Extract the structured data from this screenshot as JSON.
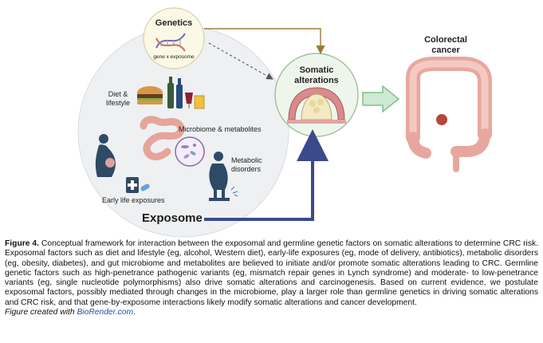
{
  "diagram": {
    "genetics_title": "Genetics",
    "genetics_sub": "gene x exposome",
    "somatic_title_1": "Somatic",
    "somatic_title_2": "alterations",
    "crc_title_1": "Colorectal",
    "crc_title_2": "cancer",
    "diet_label_1": "Diet &",
    "diet_label_2": "lifestyle",
    "microbiome_label": "Microbiome & metabolites",
    "metabolic_label_1": "Metabolic",
    "metabolic_label_2": "disorders",
    "early_life_label": "Early life exposures",
    "exposome_label": "Exposome",
    "colors": {
      "navy_arrow": "#3b4a8c",
      "gold_arrow": "#9b7b3a",
      "green_arrow": "#7cc38a",
      "circle_fill": "#eef0f2",
      "genetics_fill": "#fbf8e6",
      "somatic_fill": "#eef6ec"
    }
  },
  "caption": {
    "figure_label": "Figure 4.",
    "body": " Conceptual framework for interaction between the exposomal and germline genetic factors on somatic alterations to determine CRC risk. Exposomal factors such as diet and lifestyle (eg, alcohol, Western diet), early-life exposures (eg, mode of delivery, antibiotics), metabolic disorders (eg, obesity, diabetes), and gut microbiome and metabolites are believed to initiate and/or promote somatic alterations leading to CRC. Germline genetic factors such as high-penetrance pathogenic variants (eg, mismatch repair genes in Lynch syndrome) and moderate- to low-penetrance variants (eg, single nucleotide polymorphisms) also drive somatic alterations and carcinogenesis. Based on current evidence, we postulate exposomal factors, possibly mediated through changes in the microbiome, play a larger role than germline genetics in driving somatic alterations and CRC risk, and that gene-by-exposome interactions likely modify somatic alterations and cancer development.",
    "credit_prefix": "Figure created with ",
    "credit_link": "BioRender.com",
    "credit_suffix": "."
  }
}
